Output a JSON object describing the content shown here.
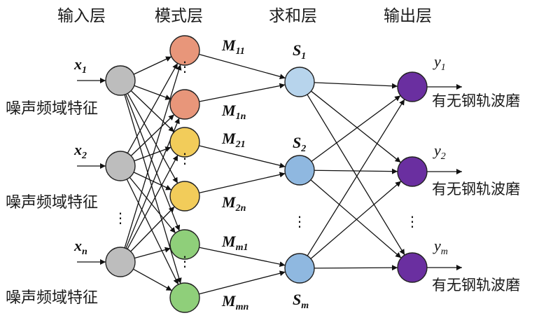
{
  "layers": {
    "input": "输入层",
    "pattern": "模式层",
    "sum": "求和层",
    "output": "输出层"
  },
  "inputs": [
    {
      "var": "x",
      "sub": "1",
      "feature": "噪声频域特征"
    },
    {
      "var": "x",
      "sub": "2",
      "feature": "噪声频域特征"
    },
    {
      "var": "x",
      "sub": "n",
      "feature": "噪声频域特征"
    }
  ],
  "pattern_nodes": [
    {
      "label": "M",
      "sub": "11",
      "color": "#e8967a"
    },
    {
      "label": "M",
      "sub": "1n",
      "color": "#e8967a"
    },
    {
      "label": "M",
      "sub": "21",
      "color": "#f2cc5a"
    },
    {
      "label": "M",
      "sub": "2n",
      "color": "#f2cc5a"
    },
    {
      "label": "M",
      "sub": "m1",
      "color": "#8fcf7a"
    },
    {
      "label": "M",
      "sub": "mn",
      "color": "#8fcf7a"
    }
  ],
  "sum_nodes": [
    {
      "label": "S",
      "sub": "1",
      "color": "#b7d4ec"
    },
    {
      "label": "S",
      "sub": "2",
      "color": "#8fb8e0"
    },
    {
      "label": "S",
      "sub": "m",
      "color": "#8fb8e0"
    }
  ],
  "outputs": [
    {
      "label": "y",
      "sub": "1",
      "text": "有无钢轨波磨"
    },
    {
      "label": "y",
      "sub": "2",
      "text": "有无钢轨波磨"
    },
    {
      "label": "y",
      "sub": "m",
      "text": "有无钢轨波磨"
    }
  ],
  "colors": {
    "input_node": "#bdbdbd",
    "output_node": "#6a2fa0"
  },
  "ellipsis": "⋮"
}
